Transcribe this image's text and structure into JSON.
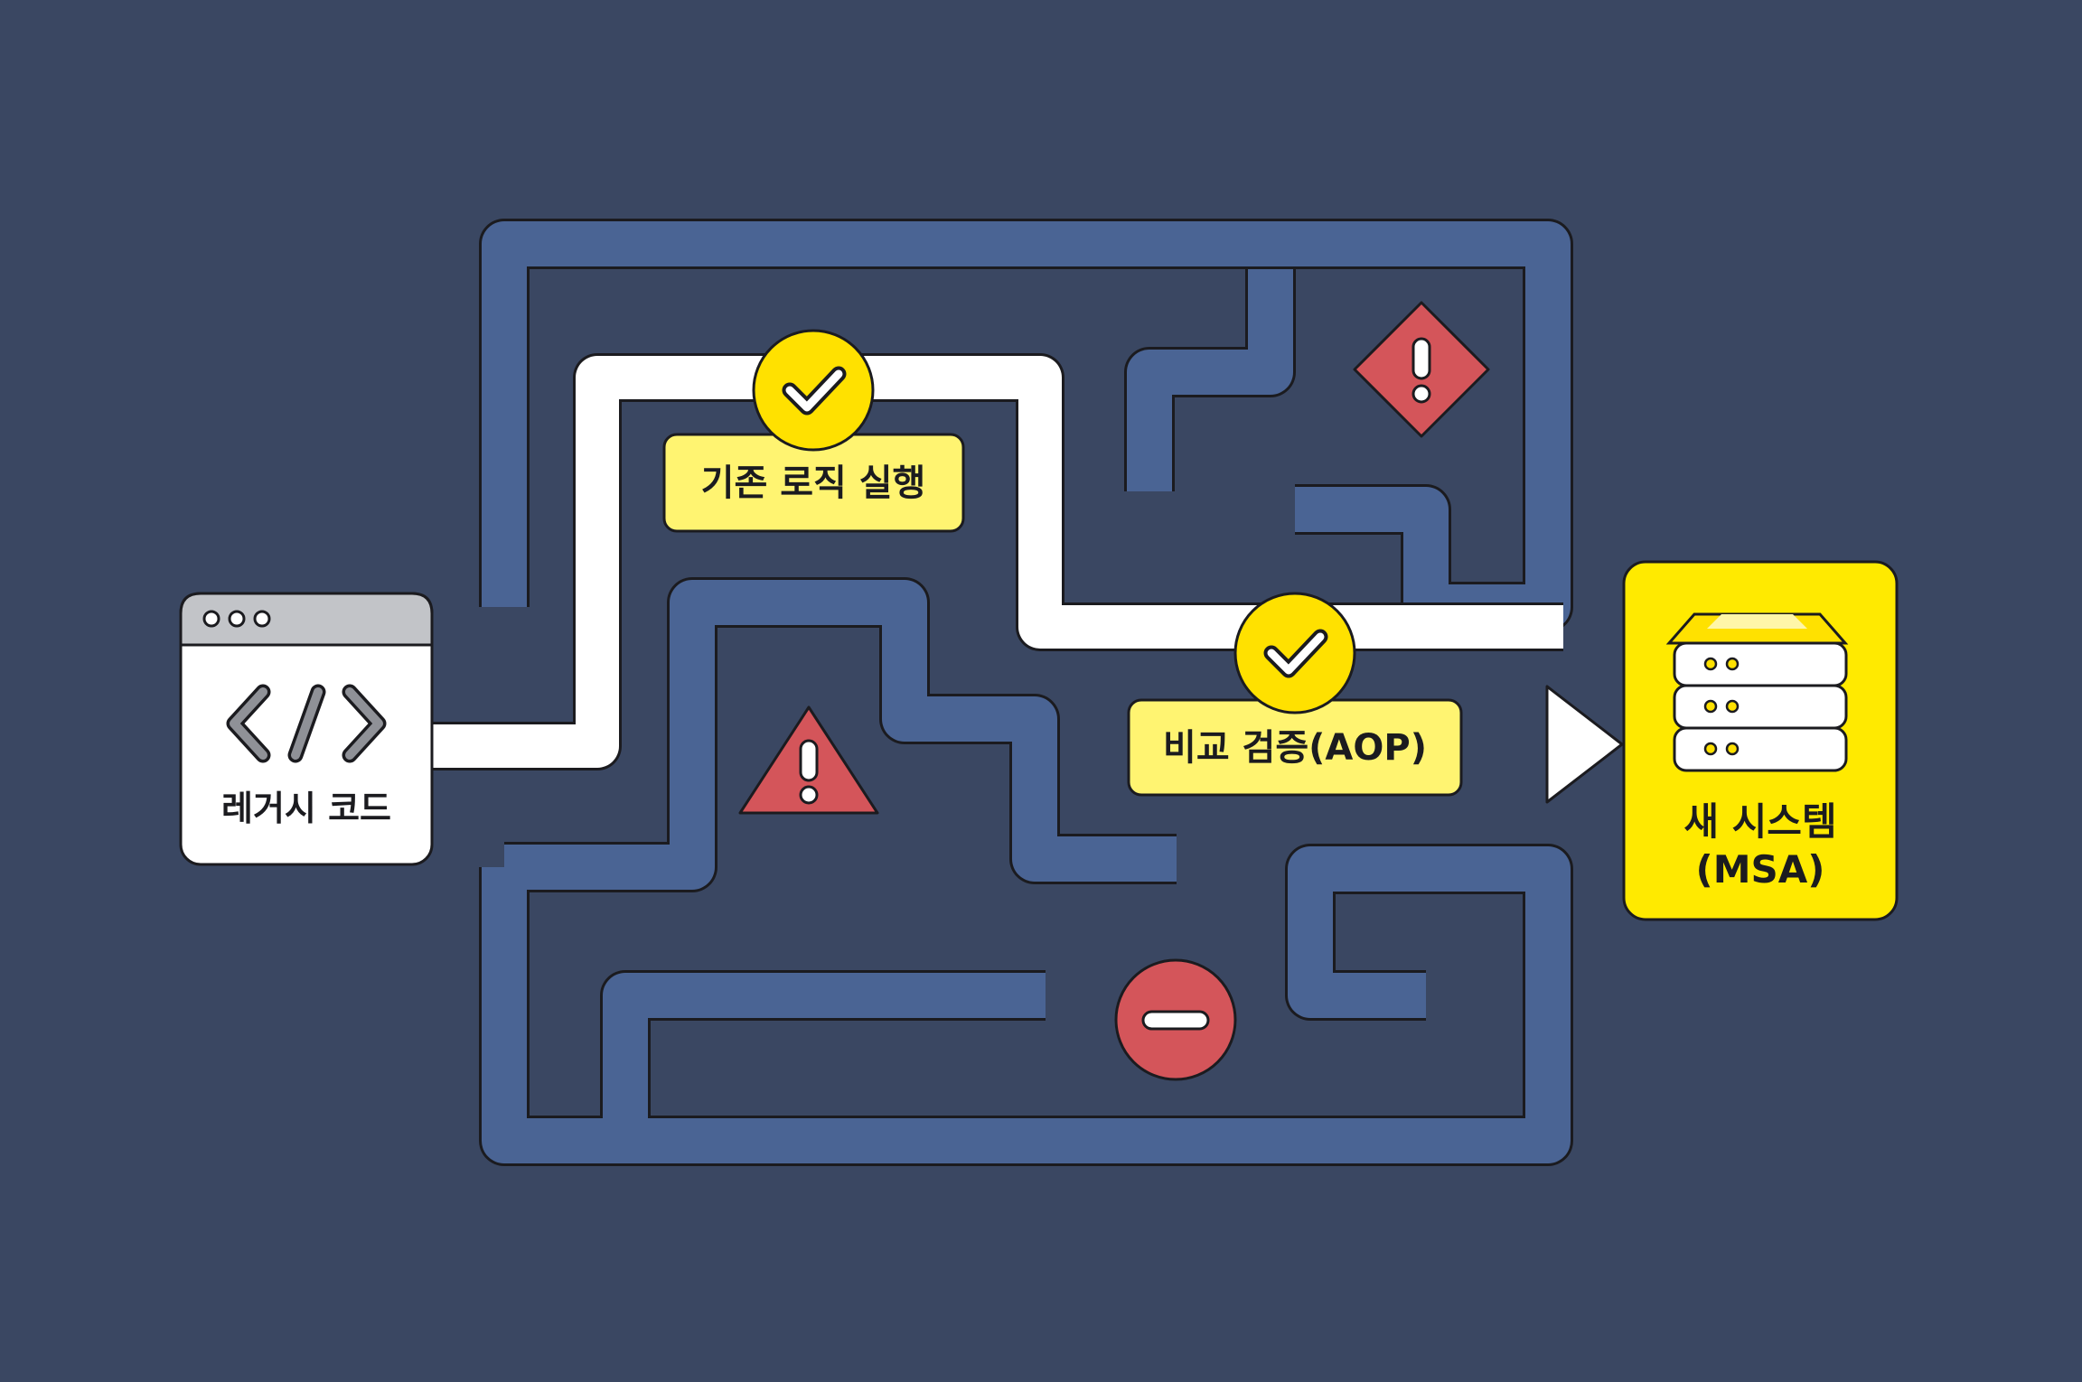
{
  "colors": {
    "background": "#3a4762",
    "maze_wall": "#4a6494",
    "outline": "#1b1b1f",
    "path": "#ffffff",
    "check_yellow": "#ffe100",
    "label_yellow": "#fff471",
    "server_yellow": "#ffea00",
    "danger_red": "#d4555a",
    "browser_bar": "#c2c4c8"
  },
  "legacy": {
    "label": "레거시 코드",
    "icon": "code-brackets-icon"
  },
  "steps": {
    "existing_logic": {
      "label": "기존 로직 실행",
      "icon": "check-icon"
    },
    "compare_verify": {
      "label": "비교 검증(AOP)",
      "icon": "check-icon"
    }
  },
  "target": {
    "line1": "새 시스템",
    "line2": "(MSA)",
    "icon": "server-stack-icon"
  },
  "hazards": [
    {
      "name": "warning-diamond-icon",
      "icon": "exclamation-icon"
    },
    {
      "name": "warning-triangle-icon",
      "icon": "exclamation-icon"
    },
    {
      "name": "stop-circle-icon",
      "icon": "minus-icon"
    }
  ]
}
